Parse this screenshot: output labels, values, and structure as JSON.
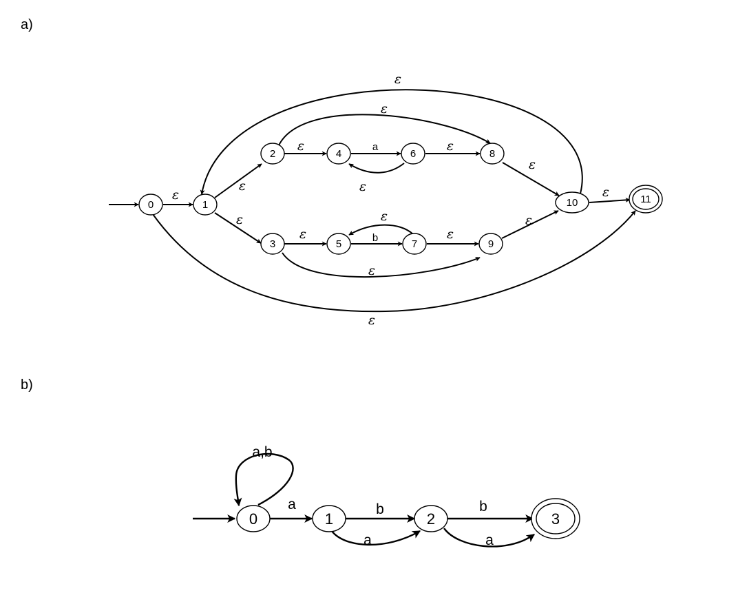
{
  "diagram_a": {
    "label": "a)",
    "states": [
      "0",
      "1",
      "2",
      "3",
      "4",
      "5",
      "6",
      "7",
      "8",
      "9",
      "10",
      "11"
    ],
    "accepting": "11",
    "epsilon": "ε",
    "symbols": {
      "a": "a",
      "b": "b"
    }
  },
  "diagram_b": {
    "label": "b)",
    "states": [
      "0",
      "1",
      "2",
      "3"
    ],
    "accepting": "3",
    "loop_label": "a,b",
    "symbols": {
      "a": "a",
      "b": "b"
    }
  }
}
